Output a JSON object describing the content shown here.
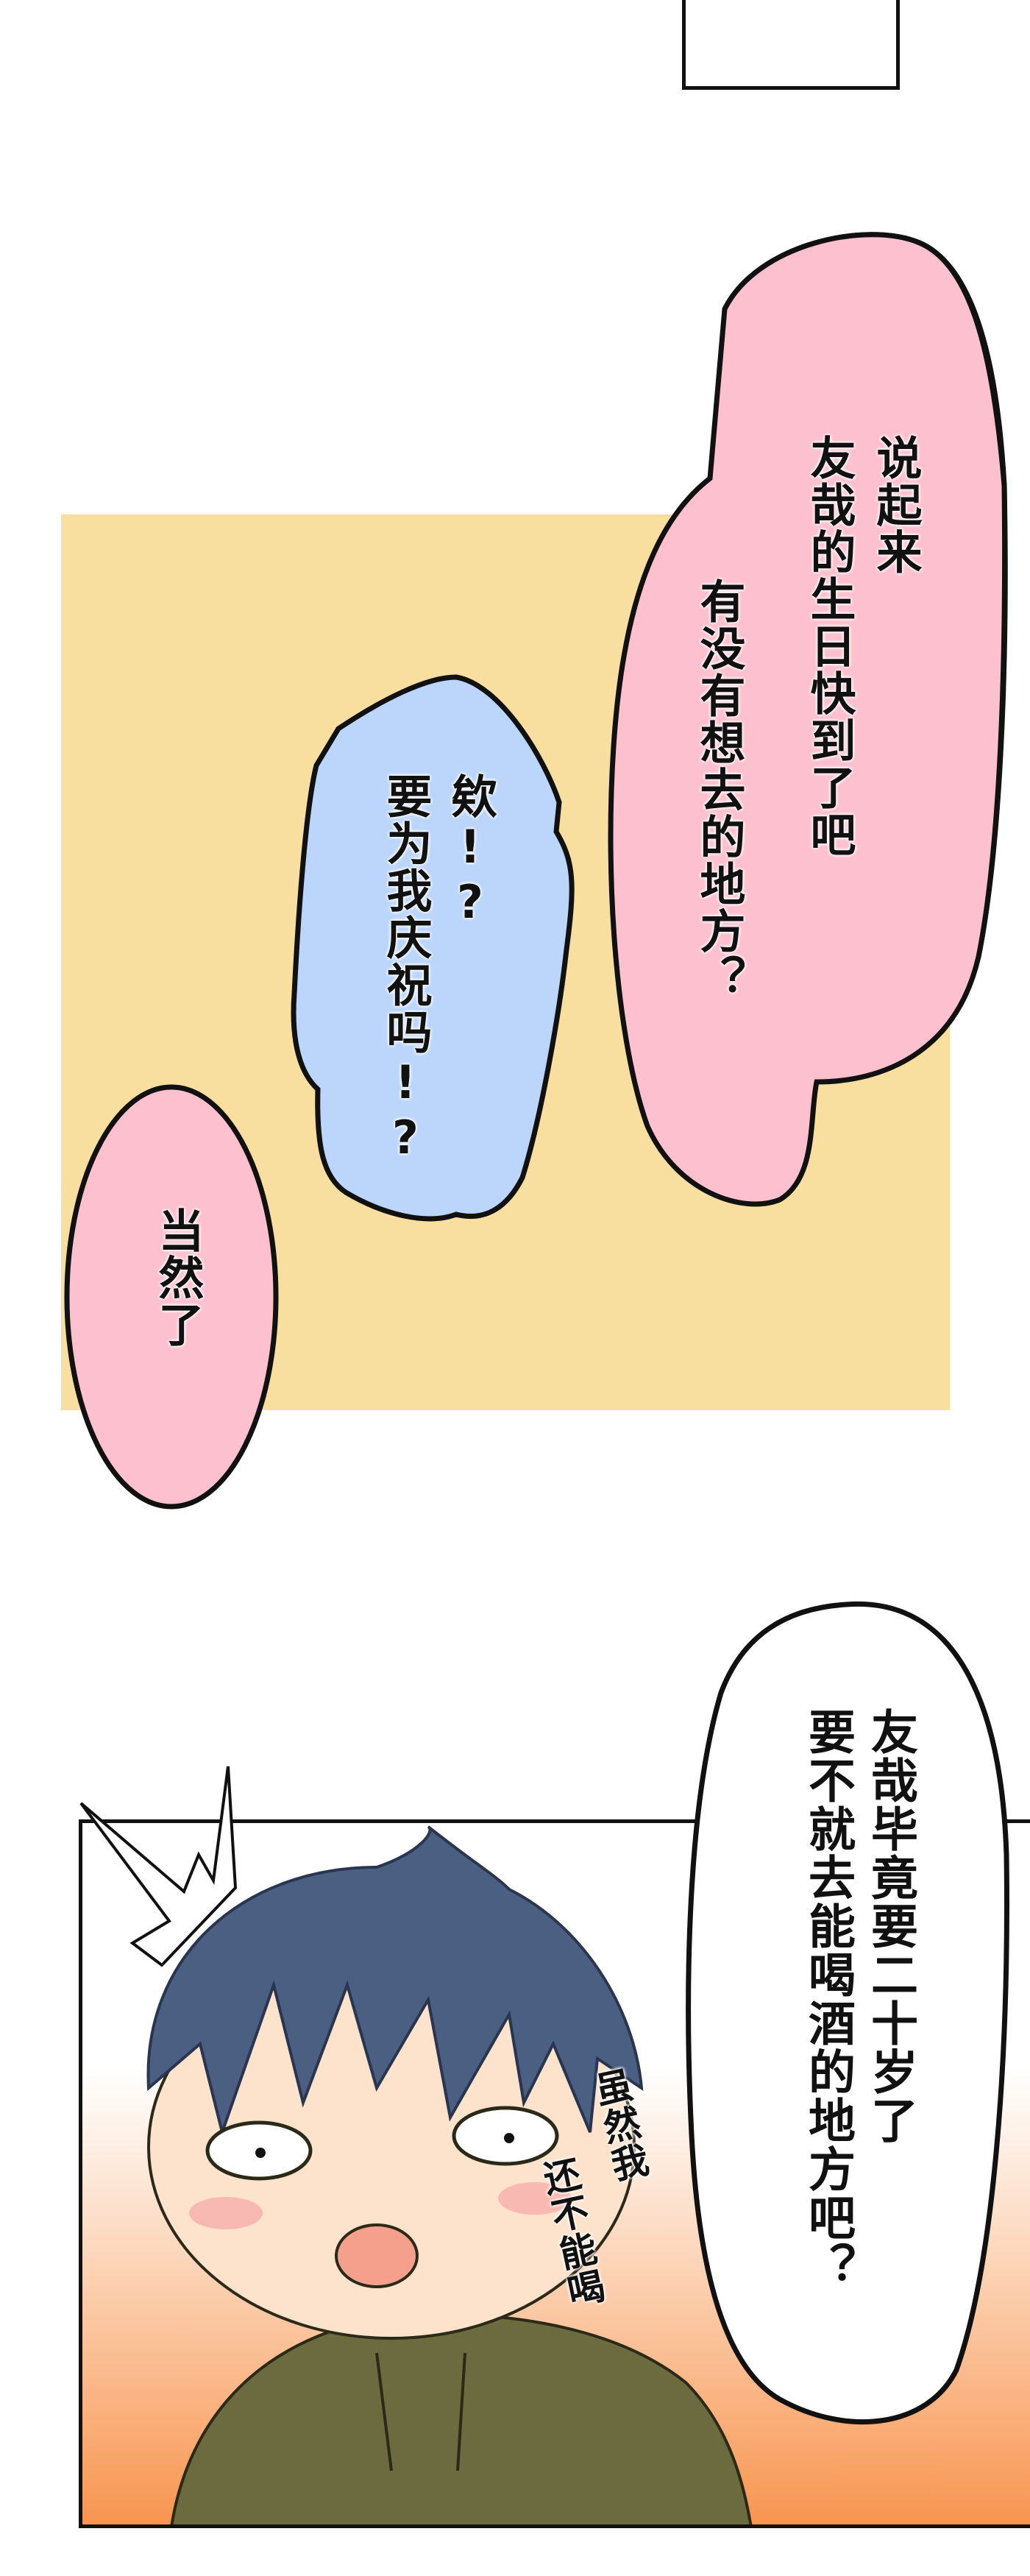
{
  "colors": {
    "background": "#ffffff",
    "yellow_panel": "#f9df9f",
    "pink_bubble": "#fcc0ce",
    "blue_bubble": "#bcd6fb",
    "panel_gradient_bottom": "#f89550",
    "hair": "#4b5f82",
    "skin": "#fde2cc",
    "hoodie": "#6c6a3f"
  },
  "bubbles": {
    "pink_top": {
      "lines": [
        "说起来",
        "友哉的生日快到了吧"
      ]
    },
    "pink_middle": {
      "lines": [
        "有没有想去的地方？"
      ]
    },
    "blue": {
      "lines": [
        "欸!?",
        "要为我庆祝吗!?"
      ]
    },
    "pink_bottom": {
      "lines": [
        "当然了"
      ]
    },
    "white_large": {
      "lines": [
        "友哉毕竟要二十岁了",
        "要不就去能喝酒的地方吧？"
      ]
    }
  },
  "aside": {
    "lines": [
      "虽然我",
      "还不能喝"
    ]
  }
}
